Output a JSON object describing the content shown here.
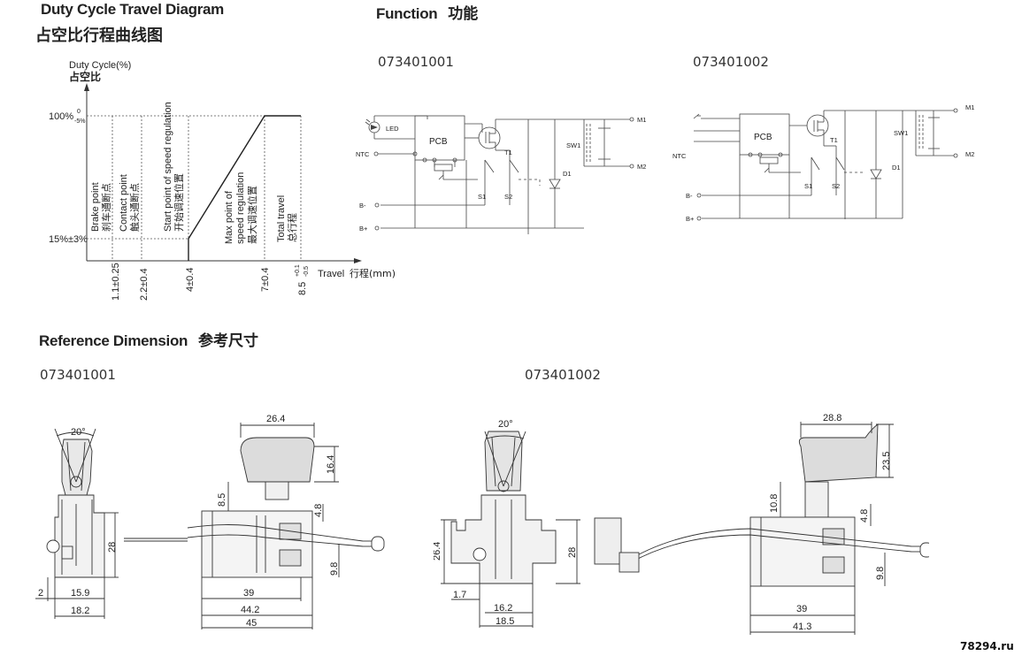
{
  "titles": {
    "duty_en": "Duty Cycle Travel Diagram",
    "duty_cn": "占空比行程曲线图",
    "function_en": "Function",
    "function_cn": "功能",
    "reference_en": "Reference Dimension",
    "reference_cn": "参考尺寸"
  },
  "models": {
    "a": "073401001",
    "b": "073401002"
  },
  "chart": {
    "y_title_en": "Duty Cycle(%)",
    "y_title_cn": "占空比",
    "y_tick_top": "100%",
    "y_tick_top_sup": "0",
    "y_tick_top_sub": "-5%",
    "y_tick_bottom": "15%±3%",
    "x_title_en": "Travel",
    "x_title_cn": "行程(mm)",
    "x_ticks": [
      "1.1±0.25",
      "2.2±0.4",
      "4±0.4",
      "7±0.4",
      "8.5"
    ],
    "x_tick_last_sup": "+0.1",
    "x_tick_last_sub": "-0.5",
    "regions": [
      {
        "en": "Brake point",
        "cn": "刹车通断点"
      },
      {
        "en": "Contact point",
        "cn": "触头通断点"
      },
      {
        "en": "Start point of speed regulation",
        "cn": "开始调速位置"
      },
      {
        "en1": "Max point of",
        "en2": "speed regulation",
        "cn": "最大调速位置"
      },
      {
        "en": "Total travel",
        "cn": "总行程"
      }
    ]
  },
  "chart_data": {
    "type": "line",
    "title": "Duty Cycle Travel Diagram",
    "xlabel": "Travel 行程(mm)",
    "ylabel": "Duty Cycle(%) 占空比",
    "x": [
      0,
      4,
      7,
      8.5
    ],
    "y": [
      15,
      15,
      100,
      100
    ],
    "x_ticks": [
      "1.1±0.25",
      "2.2±0.4",
      "4±0.4",
      "7±0.4",
      "8.5"
    ],
    "y_ticks": [
      "15%±3%",
      "100%"
    ]
  },
  "circuit": {
    "led": "LED",
    "pcb": "PCB",
    "ntc": "NTC",
    "t1": "T1",
    "sw1": "SW1",
    "d1": "D1",
    "s1": "S1",
    "s2": "S2",
    "m1": "M1",
    "m2": "M2",
    "bminus": "B-",
    "bplus": "B+"
  },
  "dims_a": {
    "angle": "20°",
    "d_26_4": "26.4",
    "d_16_4": "16.4",
    "d_8_5": "8.5",
    "d_4_8": "4.8",
    "d_28": "28",
    "d_9_8": "9.8",
    "d_2": "2",
    "d_15_9": "15.9",
    "d_18_2": "18.2",
    "d_39": "39",
    "d_44_2": "44.2",
    "d_45": "45"
  },
  "dims_b": {
    "angle": "20°",
    "d_28_8": "28.8",
    "d_23_5": "23.5",
    "d_10_8": "10.8",
    "d_4_8": "4.8",
    "d_26_4": "26.4",
    "d_28": "28",
    "d_9_8": "9.8",
    "d_1_7": "1.7",
    "d_16_2": "16.2",
    "d_18_5": "18.5",
    "d_39": "39",
    "d_41_3": "41.3"
  },
  "watermark": "78294.ru"
}
